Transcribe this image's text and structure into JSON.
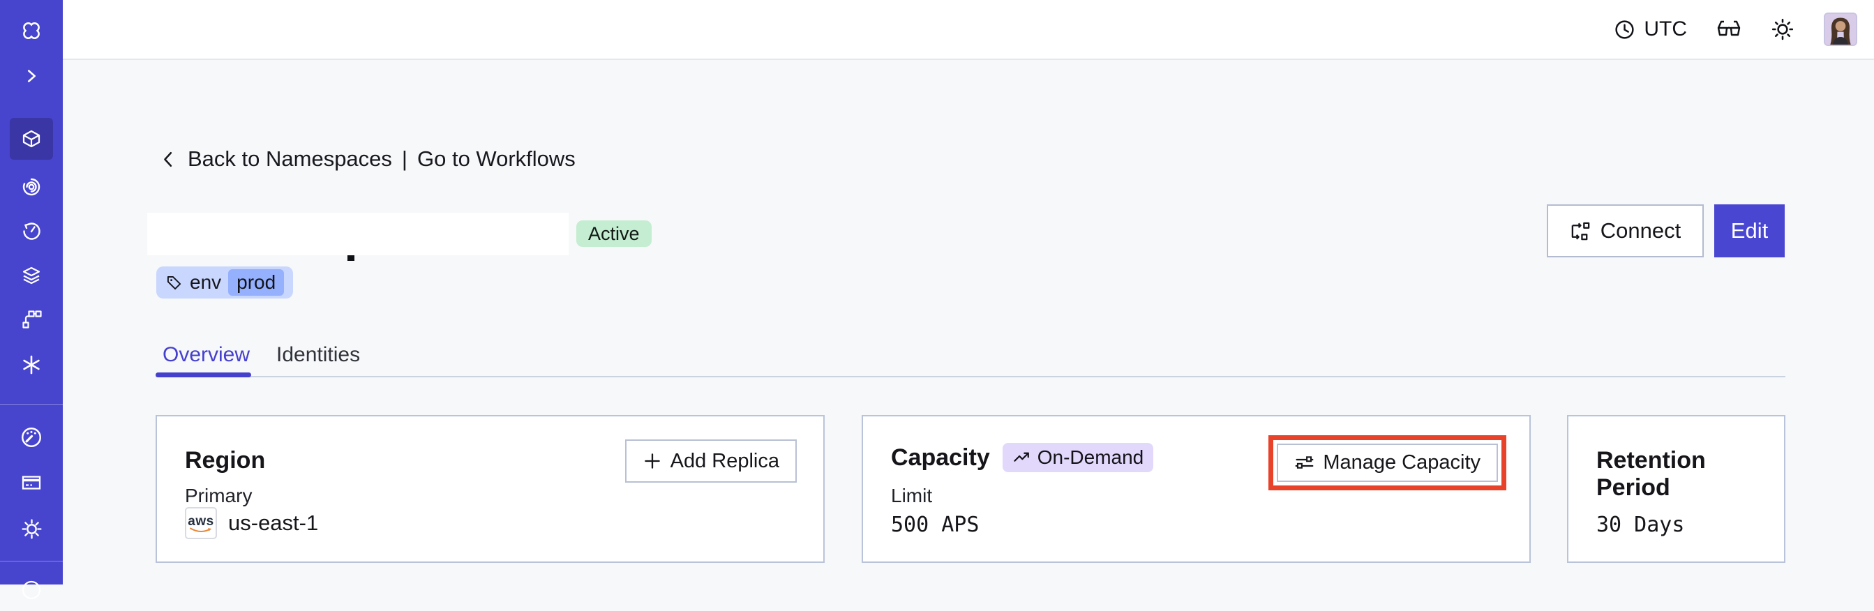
{
  "topbar": {
    "timezone": "UTC",
    "icons": [
      "clock-icon",
      "glasses-icon",
      "sun-icon",
      "avatar"
    ]
  },
  "sidebar": {
    "icons": [
      "temporal-logo",
      "expand-chevron-icon",
      "namespaces-cube-icon",
      "workflows-spiral-icon",
      "schedules-clock-icon",
      "deployments-layers-icon",
      "batch-branch-icon",
      "nexus-asterisk-icon",
      "usage-gauge-icon",
      "billing-card-icon",
      "settings-gear-icon",
      "support-circle-icon"
    ],
    "active_item": "namespaces"
  },
  "breadcrumb": {
    "back": "Back to Namespaces",
    "separator": "|",
    "forward": "Go to Workflows"
  },
  "namespace": {
    "status": "Active",
    "tag_key": "env",
    "tag_value": "prod"
  },
  "actions": {
    "connect": "Connect",
    "edit": "Edit"
  },
  "tabs": [
    {
      "label": "Overview",
      "active": true
    },
    {
      "label": "Identities",
      "active": false
    }
  ],
  "cards": {
    "region": {
      "title": "Region",
      "action": "Add Replica",
      "label": "Primary",
      "provider_label": "aws",
      "value": "us-east-1"
    },
    "capacity": {
      "title": "Capacity",
      "badge": "On-Demand",
      "action": "Manage Capacity",
      "label": "Limit",
      "value": "500 APS",
      "highlighted": true
    },
    "retention": {
      "title": "Retention Period",
      "value": "30 Days"
    }
  },
  "colors": {
    "sidebar": "#4744CE",
    "sidebar_active": "#3A36A6",
    "accent": "#4540CE",
    "edit_button": "#4946D1",
    "status_badge_bg": "#C5EDD1",
    "tag_bg": "#C9D7FE",
    "tag_chip_bg": "#95B0FC",
    "ondemand_badge_bg": "#E2D8FC",
    "highlight_red": "#E8432A",
    "page_bg": "#F7F8FA",
    "card_border": "#B9C4DA"
  }
}
